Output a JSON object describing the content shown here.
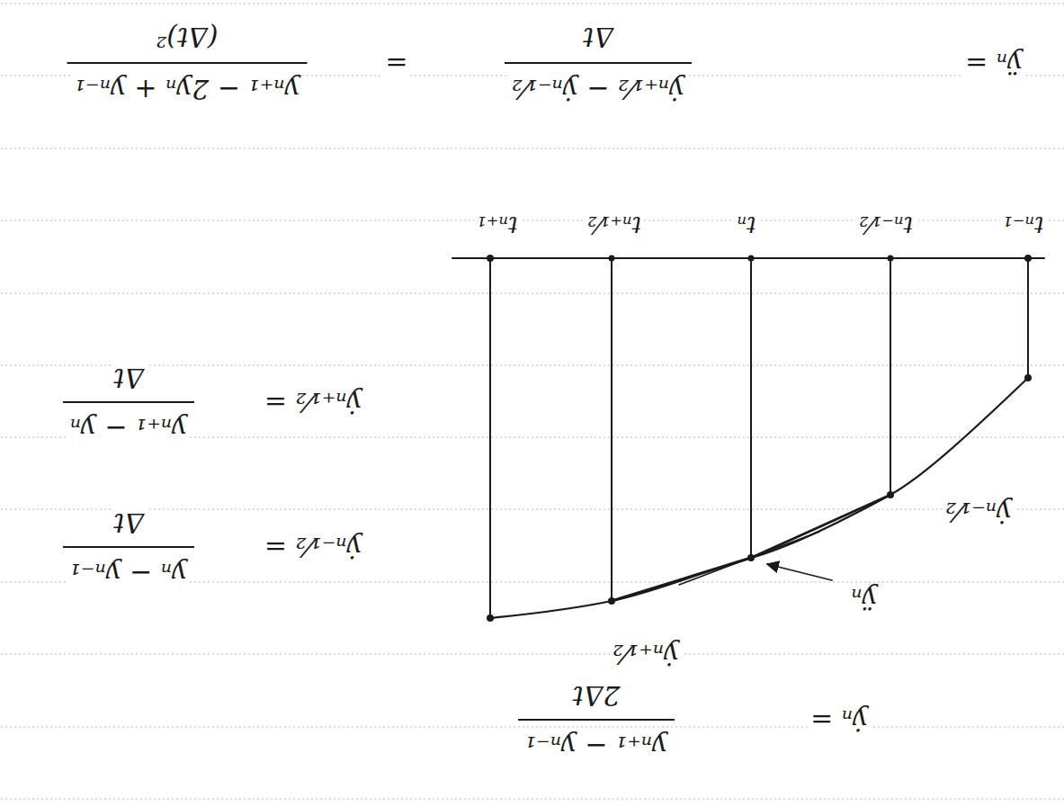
{
  "diagram": {
    "labels": [
      "ẏₙ =",
      "yₙ₊₁ − yₙ₋₁",
      "2Δt",
      "ẏₙ₊₁⁄₂",
      "ẏₙ₋₁⁄₂ =",
      "yₙ − yₙ₋₁",
      "Δt",
      "ÿₙ",
      "ẏₙ₋₁⁄₂",
      "ẏₙ₊₁⁄₂ =",
      "yₙ₊₁ − yₙ",
      "Δt",
      "tₙ₋₁",
      "tₙ₋₁⁄₂",
      "tₙ",
      "tₙ₊₁⁄₂",
      "tₙ₊₁",
      "ÿₙ =",
      "ẏₙ₊₁⁄₂ − ẏₙ₋₁⁄₂",
      "Δt",
      "=",
      "yₙ₊₁ − 2yₙ + yₙ₋₁",
      "(Δt)²"
    ]
  }
}
